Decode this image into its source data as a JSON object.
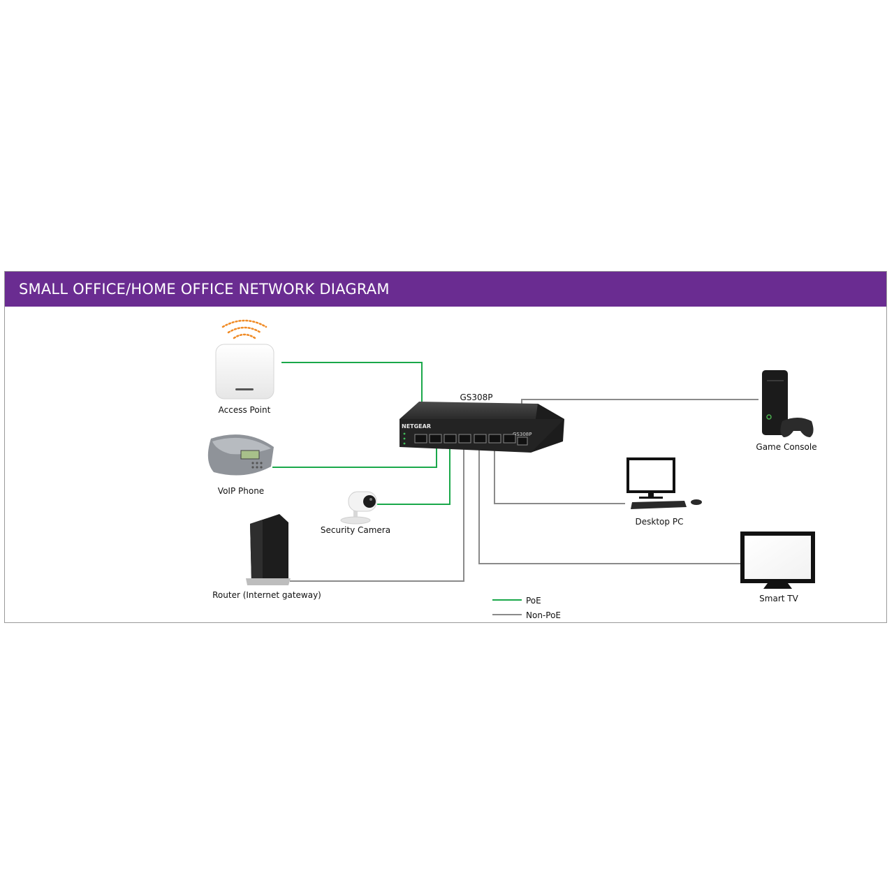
{
  "banner": {
    "title": "SMALL OFFICE/HOME OFFICE NETWORK DIAGRAM"
  },
  "colors": {
    "banner": "#6a2c91",
    "poe": "#1aa84a",
    "non_poe": "#8a8a8a"
  },
  "switch": {
    "model_label": "GS308P",
    "brand_text": "NETGEAR",
    "badge_text": "GS308P"
  },
  "devices": {
    "access_point": {
      "label": "Access Point",
      "icon": "access-point-icon"
    },
    "voip_phone": {
      "label": "VoIP Phone",
      "icon": "conference-phone-icon"
    },
    "security_camera": {
      "label": "Security Camera",
      "icon": "camera-icon"
    },
    "router": {
      "label": "Router (Internet gateway)",
      "icon": "router-icon"
    },
    "game_console": {
      "label": "Game Console",
      "icon": "game-console-icon"
    },
    "desktop_pc": {
      "label": "Desktop PC",
      "icon": "desktop-pc-icon"
    },
    "smart_tv": {
      "label": "Smart TV",
      "icon": "tv-icon"
    }
  },
  "legend": {
    "poe_label": "PoE",
    "non_poe_label": "Non-PoE"
  }
}
